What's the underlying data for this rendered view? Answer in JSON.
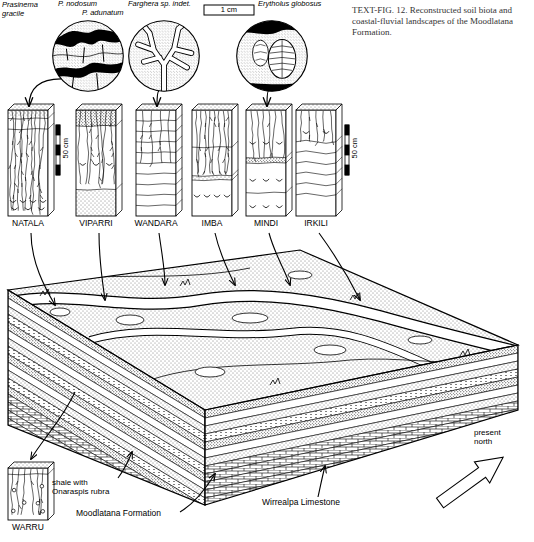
{
  "diagram": {
    "caption": "TEXT-FIG. 12. Reconstructed soil biota and coastal-fluvial landscapes of the Moodlatana Formation.",
    "nodes": [
      {
        "text": [
          "Prasinema gracile",
          "P. nodosum",
          "P. adunatum"
        ]
      },
      {
        "text": [
          "Farghera sp. indet."
        ]
      },
      {
        "text": [
          "Erytholus globosus"
        ]
      },
      {
        "text": [
          "NATALA"
        ]
      },
      {
        "text": [
          "VIPARRI"
        ]
      },
      {
        "text": [
          "WANDARA"
        ]
      },
      {
        "text": [
          "IMBA"
        ]
      },
      {
        "text": [
          "MINDI"
        ]
      },
      {
        "text": [
          "IRKILI"
        ]
      },
      {
        "text": [
          "WARRU"
        ]
      }
    ],
    "edges": [
      {
        "from": 0,
        "to": 3,
        "arrow": "to"
      },
      {
        "from": 1,
        "to": 5,
        "arrow": "to"
      },
      {
        "from": 2,
        "to": 7,
        "arrow": "to"
      }
    ],
    "labels": [
      "1 cm",
      "50 cm",
      "50 cm",
      "shale with Onaraspis rubra",
      "Moodlatana Formation",
      "Wirrealpa Limestone",
      "present north"
    ]
  }
}
